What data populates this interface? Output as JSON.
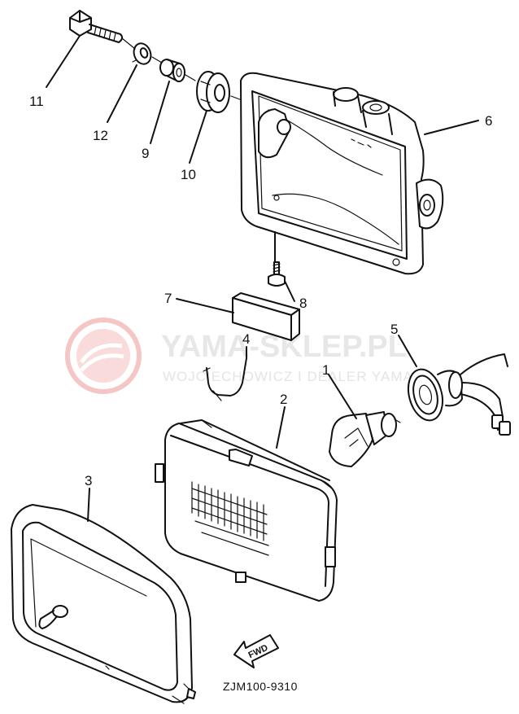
{
  "diagram": {
    "part_numbers": [
      "11",
      "12",
      "9",
      "10",
      "6",
      "8",
      "7",
      "4",
      "5",
      "1",
      "2",
      "3"
    ],
    "drawing_code": "ZJM100-9310",
    "arrow_label": "FWD"
  },
  "watermark": {
    "title": "YAMA-SKLEP.PL",
    "subtitle": "WOJCIECHOWICZ I DEALER YAMAHA"
  }
}
